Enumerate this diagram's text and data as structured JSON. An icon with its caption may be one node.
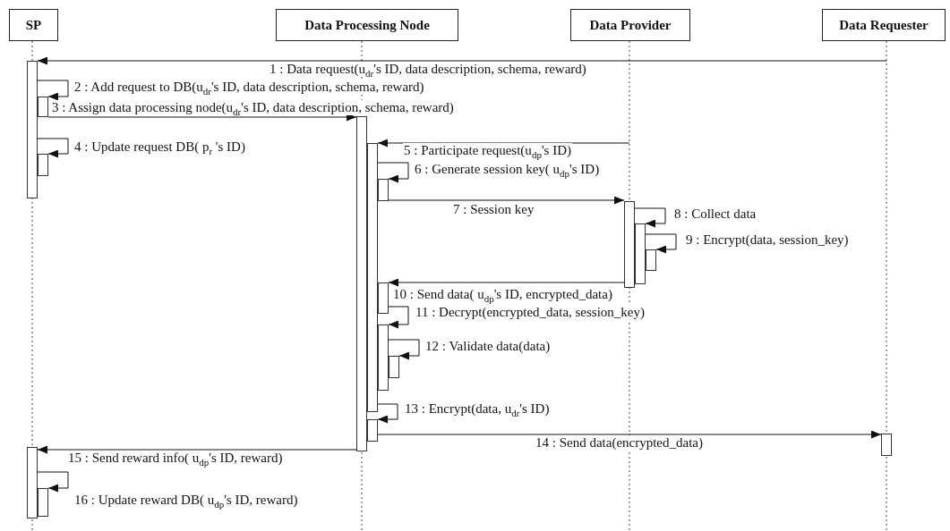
{
  "diagram": {
    "nodes": [
      {
        "text": [
          "SP"
        ]
      },
      {
        "text": [
          "Data Processing Node"
        ]
      },
      {
        "text": [
          "Data Provider"
        ]
      },
      {
        "text": [
          "Data Requester"
        ]
      },
      {
        "text": [],
        "shape": "bar"
      },
      {
        "text": [],
        "shape": "bar"
      },
      {
        "text": [],
        "shape": "bar"
      },
      {
        "text": [],
        "shape": "bar"
      },
      {
        "text": [],
        "shape": "bar"
      },
      {
        "text": [],
        "shape": "bar"
      },
      {
        "text": [],
        "shape": "bar"
      },
      {
        "text": [],
        "shape": "bar"
      },
      {
        "text": [],
        "shape": "bar"
      },
      {
        "text": [],
        "shape": "bar"
      },
      {
        "text": [],
        "shape": "bar"
      },
      {
        "text": [],
        "shape": "bar"
      },
      {
        "text": [],
        "shape": "bar"
      },
      {
        "text": [],
        "shape": "bar"
      },
      {
        "text": [],
        "shape": "bar"
      },
      {
        "text": [],
        "shape": "bar"
      }
    ],
    "edges": [
      {
        "from": null,
        "to": 4,
        "arrow": "to",
        "label": "1 : Data request(u$_{dr}$'s ID, data description, schema, reward)"
      },
      {
        "from": 4,
        "to": 5,
        "arrow": "to",
        "label": "2 : Add request to DB(u$_{dr}$'s ID, data description, schema, reward)"
      },
      {
        "from": 5,
        "to": 9,
        "arrow": "to",
        "label": "3 : Assign data processing node(u$_{dr}$'s ID, data description, schema, reward)"
      },
      {
        "from": 4,
        "to": 6,
        "arrow": "to",
        "label": "4 : Update request DB( p$_{r}$ 's ID)"
      },
      {
        "from": null,
        "to": 10,
        "arrow": "to",
        "label": "5 : Participate request(u$_{dp}$'s ID)"
      },
      {
        "from": 10,
        "to": 11,
        "arrow": "to",
        "label": "6 : Generate session key( u$_{dp}$'s ID)"
      },
      {
        "from": 11,
        "to": 16,
        "arrow": "to",
        "label": "7 : Session key"
      },
      {
        "from": 16,
        "to": 17,
        "arrow": "to",
        "label": "8 : Collect data"
      },
      {
        "from": 17,
        "to": 18,
        "arrow": "to",
        "label": "9 : Encrypt(data, session_key)"
      },
      {
        "from": 16,
        "to": 12,
        "arrow": "to",
        "label": "10 : Send data( u$_{dp}$'s ID, encrypted_data)"
      },
      {
        "from": 12,
        "to": 13,
        "arrow": "to",
        "label": "11 : Decrypt(encrypted_data, session_key)"
      },
      {
        "from": 13,
        "to": 14,
        "arrow": "to",
        "label": "12 : Validate data(data)"
      },
      {
        "from": 10,
        "to": 15,
        "arrow": "to",
        "label": "13 : Encrypt(data, u$_{dr}$'s ID)"
      },
      {
        "from": 15,
        "to": 19,
        "arrow": "to",
        "label": "14 : Send data(encrypted_data)"
      },
      {
        "from": 9,
        "to": 7,
        "arrow": "to",
        "label": "15 : Send reward info( u$_{dp}$'s ID, reward)"
      },
      {
        "from": 7,
        "to": 8,
        "arrow": "to",
        "label": "16 : Update reward DB( u$_{dp}$'s ID, reward)"
      }
    ]
  }
}
